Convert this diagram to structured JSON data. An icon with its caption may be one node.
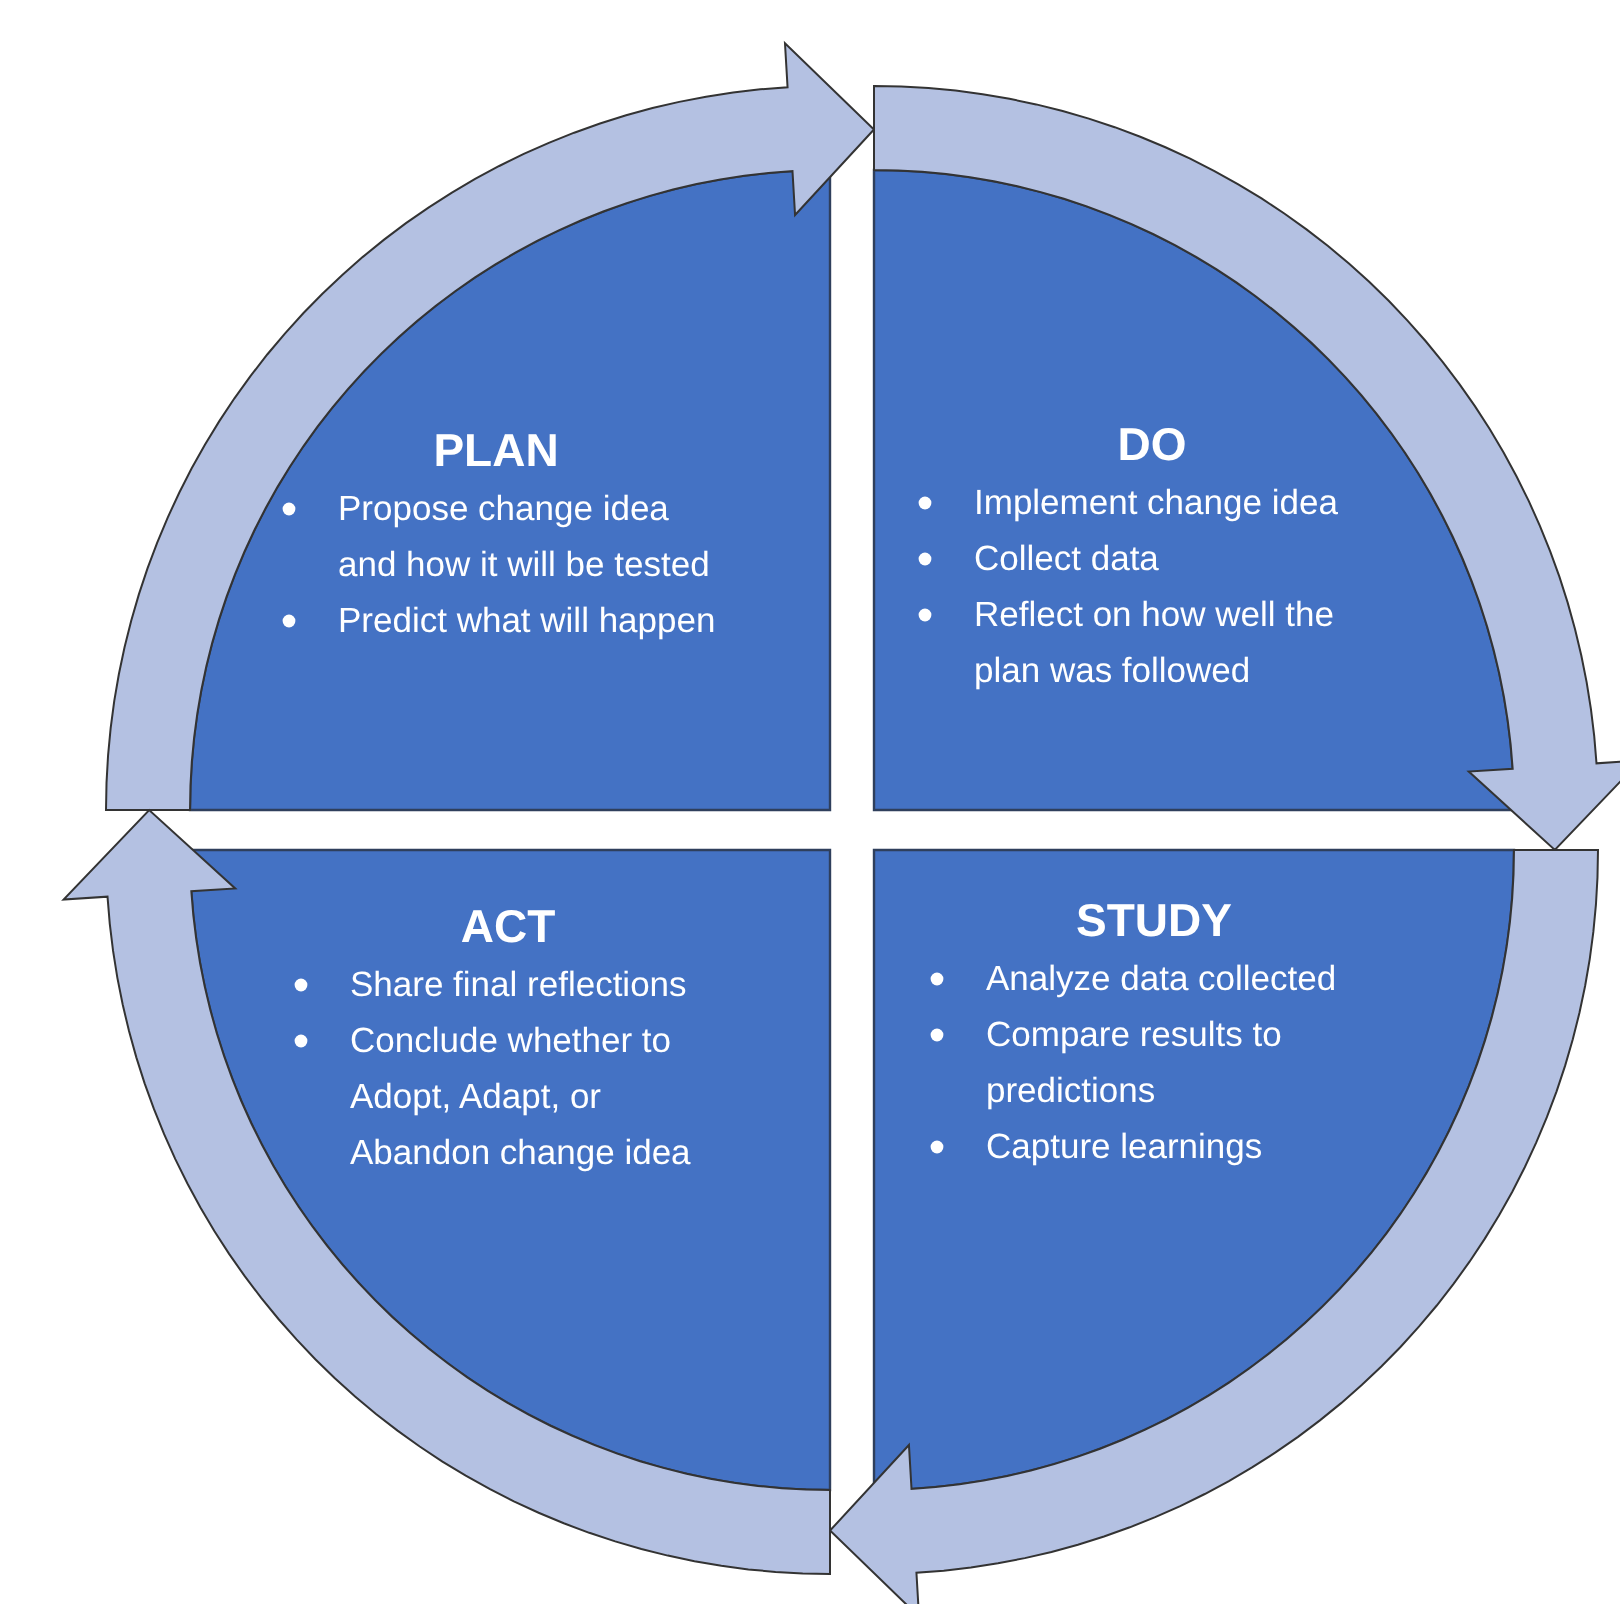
{
  "diagram": {
    "nodes": [
      {
        "text": [
          "PLAN",
          "Propose change idea and how it will be tested",
          "Predict what will happen"
        ]
      },
      {
        "text": [
          "DO",
          "Implement change idea",
          "Collect data",
          "Reflect on how well the plan was followed"
        ]
      },
      {
        "text": [
          "STUDY",
          "Analyze data collected",
          "Compare results to predictions",
          "Capture learnings"
        ]
      },
      {
        "text": [
          "ACT",
          "Share final reflections",
          "Conclude whether to Adopt, Adapt, or Abandon change idea"
        ]
      }
    ],
    "edges": [
      {
        "from": 0,
        "to": 1,
        "arrow": "to"
      },
      {
        "from": 1,
        "to": 2,
        "arrow": "to"
      },
      {
        "from": 2,
        "to": 3,
        "arrow": "to"
      },
      {
        "from": 3,
        "to": 0,
        "arrow": "to"
      }
    ]
  }
}
